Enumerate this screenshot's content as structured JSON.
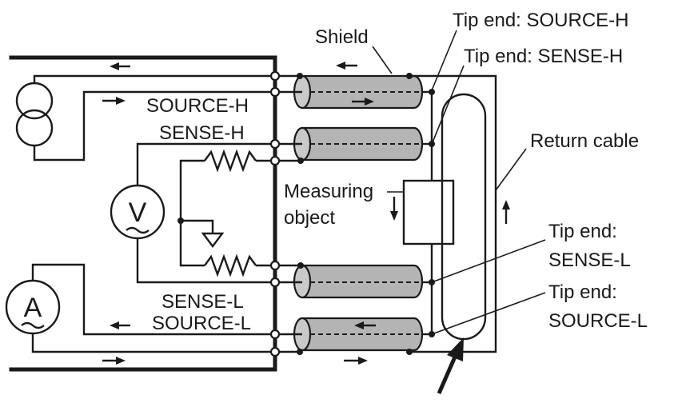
{
  "labels": {
    "shield": "Shield",
    "tip_source_h": "Tip end: SOURCE-H",
    "tip_sense_h": "Tip end: SENSE-H",
    "source_h": "SOURCE-H",
    "sense_h": "SENSE-H",
    "return_cable": "Return cable",
    "measuring_line1": "Measuring",
    "measuring_line2": "object",
    "tip_sense_l_line1": "Tip end:",
    "tip_sense_l_line2": "SENSE-L",
    "tip_source_l_line1": "Tip end:",
    "tip_source_l_line2": "SOURCE-L",
    "sense_l": "SENSE-L",
    "source_l": "SOURCE-L"
  },
  "meters": {
    "voltmeter_symbol": "V",
    "ammeter_symbol": "A"
  },
  "colors": {
    "line": "#1a1a1a",
    "cable_fill": "#b4b4b4",
    "background": "#ffffff"
  }
}
